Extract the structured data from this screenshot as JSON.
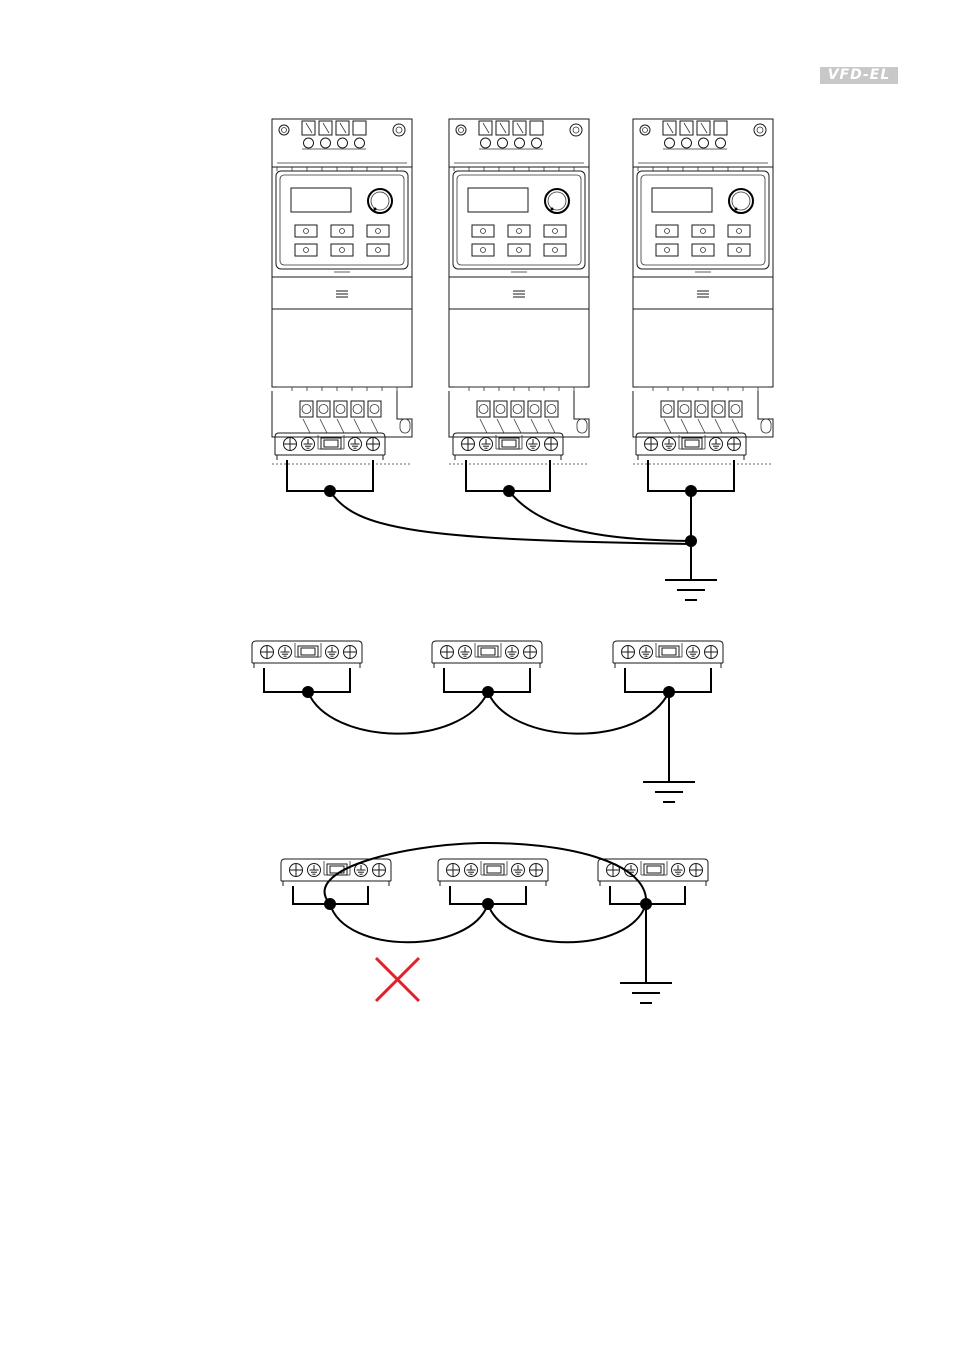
{
  "header": {
    "brand_label": "VFD-EL"
  },
  "colors": {
    "line": "#1a1a1a",
    "wire": "#000000",
    "cross": "#e0202a",
    "brand_bg": "#c8c8c8"
  },
  "diagrams": [
    {
      "name": "correct-grounding-drives",
      "status": "correct"
    },
    {
      "name": "correct-grounding-daisy-chain",
      "status": "correct"
    },
    {
      "name": "incorrect-grounding-loop",
      "status": "incorrect",
      "mark": "red-cross-icon"
    }
  ]
}
